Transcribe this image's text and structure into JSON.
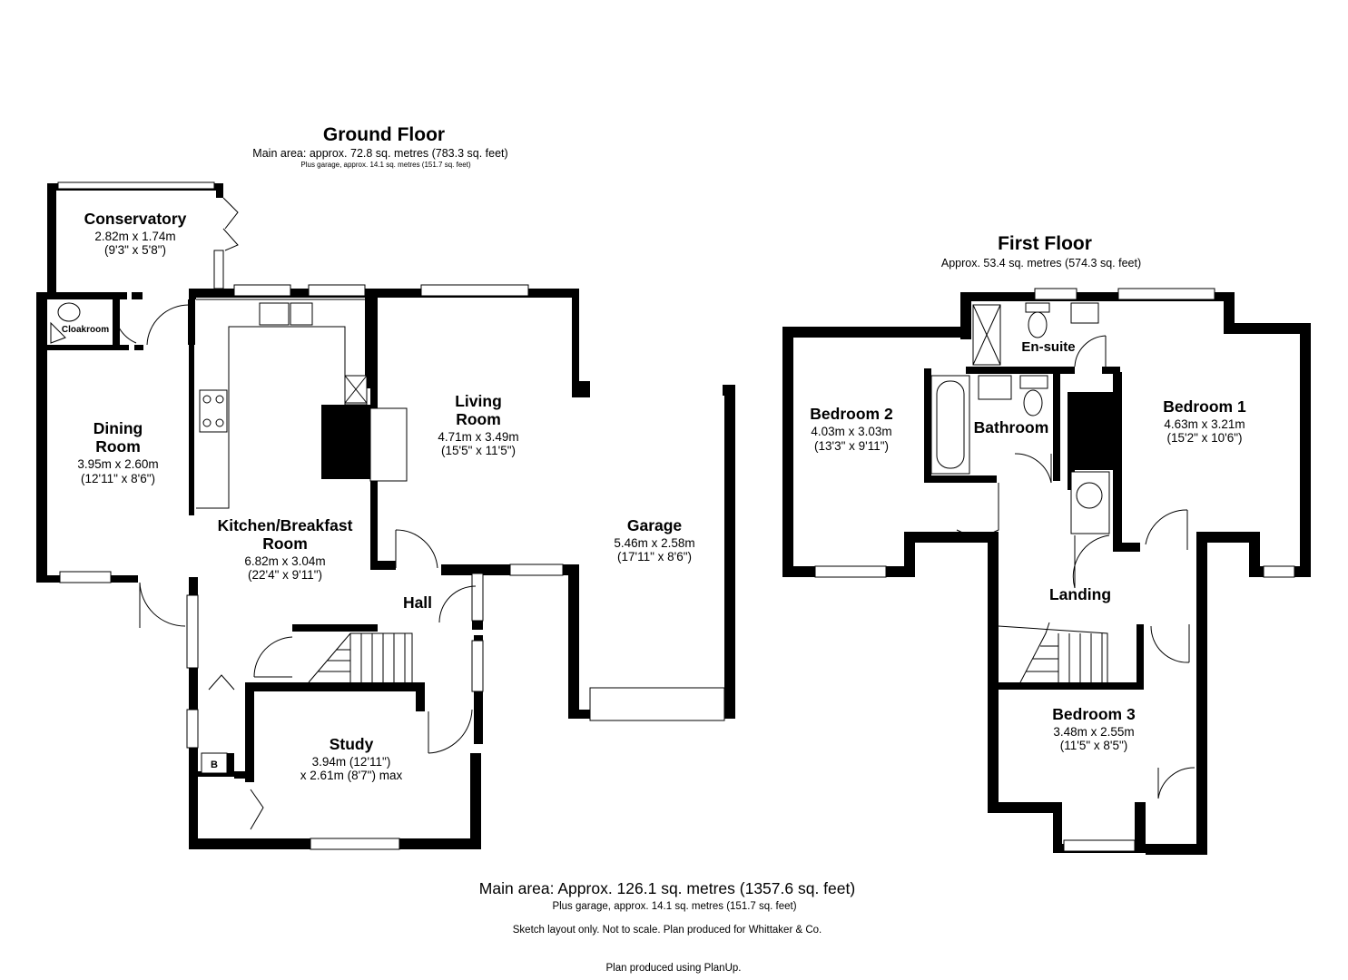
{
  "ground_floor": {
    "title": "Ground Floor",
    "main_area": "Main area: approx. 72.8 sq. metres (783.3 sq. feet)",
    "garage_area": "Plus garage, approx. 14.1 sq. metres (151.7 sq. feet)",
    "rooms": {
      "conservatory": {
        "name": "Conservatory",
        "dim_m": "2.82m x 1.74m",
        "dim_ft": "(9'3\" x 5'8\")"
      },
      "cloakroom": {
        "name": "Cloakroom"
      },
      "dining": {
        "name_1": "Dining",
        "name_2": "Room",
        "dim_m": "3.95m x 2.60m",
        "dim_ft": "(12'11\" x 8'6\")"
      },
      "living": {
        "name_1": "Living",
        "name_2": "Room",
        "dim_m": "4.71m x 3.49m",
        "dim_ft": "(15'5\" x 11'5\")"
      },
      "kitchen": {
        "name_1": "Kitchen/Breakfast",
        "name_2": "Room",
        "dim_m": "6.82m x 3.04m",
        "dim_ft": "(22'4\" x 9'11\")"
      },
      "garage": {
        "name": "Garage",
        "dim_m": "5.46m x 2.58m",
        "dim_ft": "(17'11\" x 8'6\")"
      },
      "hall": {
        "name": "Hall"
      },
      "study": {
        "name": "Study",
        "dim_1": "3.94m (12'11\")",
        "dim_2": "x 2.61m (8'7\") max"
      },
      "boiler": {
        "label": "B"
      }
    }
  },
  "first_floor": {
    "title": "First Floor",
    "area": "Approx. 53.4 sq. metres (574.3 sq. feet)",
    "rooms": {
      "bedroom2": {
        "name": "Bedroom 2",
        "dim_m": "4.03m x 3.03m",
        "dim_ft": "(13'3\" x 9'11\")"
      },
      "ensuite": {
        "name": "En-suite"
      },
      "bathroom": {
        "name": "Bathroom"
      },
      "bedroom1": {
        "name": "Bedroom 1",
        "dim_m": "4.63m x 3.21m",
        "dim_ft": "(15'2\" x 10'6\")"
      },
      "landing": {
        "name": "Landing"
      },
      "bedroom3": {
        "name": "Bedroom 3",
        "dim_m": "3.48m x 2.55m",
        "dim_ft": "(11'5\" x 8'5\")"
      }
    }
  },
  "footer": {
    "main_area": "Main area: Approx. 126.1 sq. metres (1357.6 sq. feet)",
    "garage_area": "Plus garage, approx. 14.1 sq. metres (151.7 sq. feet)",
    "note": "Sketch layout only. Not to scale. Plan produced for Whittaker & Co.",
    "produced": "Plan produced using PlanUp."
  }
}
